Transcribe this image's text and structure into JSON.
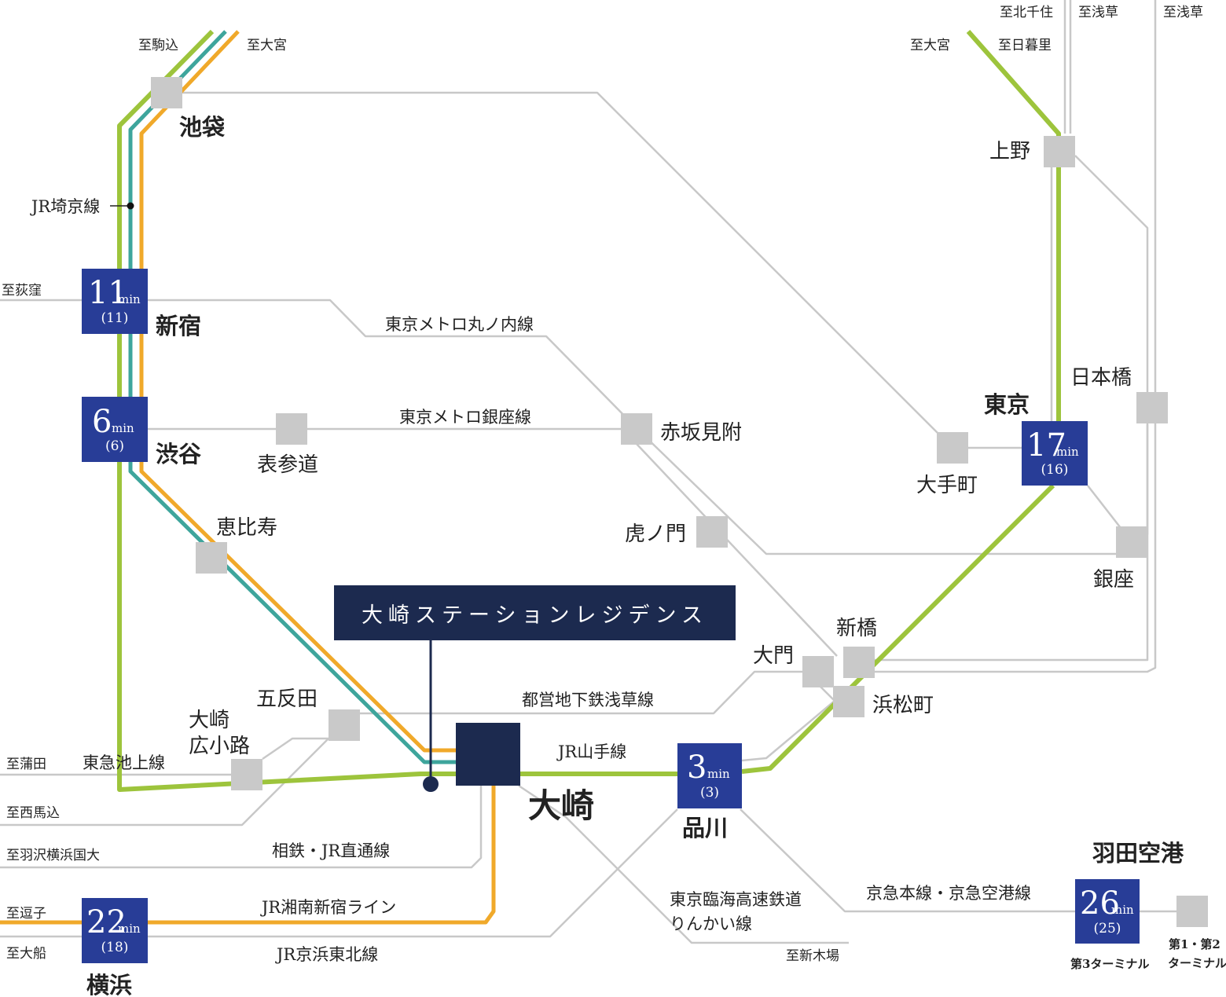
{
  "property": {
    "name": "大崎ステーションレジデンス"
  },
  "home_station": "大崎",
  "colors": {
    "yamanote": "#9dc43c",
    "saikyo": "#3ea59c",
    "shonan": "#f0a92a",
    "other": "#c8c8c8",
    "badge": "#283d97",
    "home": "#1c2a4f",
    "station": "#c9c9c9"
  },
  "stations": {
    "ikebukuro": "池袋",
    "shinjuku": "新宿",
    "shibuya": "渋谷",
    "omotesando": "表参道",
    "ebisu": "恵比寿",
    "gotanda": "五反田",
    "osaki_hirokoji_1": "大崎",
    "osaki_hirokoji_2": "広小路",
    "akasakamitsuke": "赤坂見附",
    "toranomon": "虎ノ門",
    "ueno": "上野",
    "nihonbashi": "日本橋",
    "tokyo": "東京",
    "otemachi": "大手町",
    "ginza": "銀座",
    "shinbashi": "新橋",
    "daimon": "大門",
    "hamamatsucho": "浜松町",
    "shinagawa": "品川",
    "yokohama": "横浜",
    "haneda": "羽田空港"
  },
  "times": {
    "shinjuku": {
      "min": "11",
      "paren": "(11)"
    },
    "shibuya": {
      "min": "6",
      "paren": "(6)"
    },
    "tokyo": {
      "min": "17",
      "paren": "(16)"
    },
    "shinagawa": {
      "min": "3",
      "paren": "(3)"
    },
    "yokohama": {
      "min": "22",
      "paren": "(18)"
    },
    "haneda": {
      "min": "26",
      "paren": "(25)"
    }
  },
  "min_unit": "min",
  "lines": {
    "saikyo": "JR埼京線",
    "marunouchi": "東京メトロ丸ノ内線",
    "ginza": "東京メトロ銀座線",
    "asakusa": "都営地下鉄浅草線",
    "yamanote": "JR山手線",
    "ikegami": "東急池上線",
    "sotetsu": "相鉄・JR直通線",
    "shonan": "JR湘南新宿ライン",
    "keihin": "JR京浜東北線",
    "rinkai_1": "東京臨海高速鉄道",
    "rinkai_2": "りんかい線",
    "keikyu": "京急本線・京急空港線"
  },
  "destinations": {
    "komagome": "至駒込",
    "omiya_w": "至大宮",
    "ogikubo": "至荻窪",
    "kitasenju": "至北千住",
    "asakusa_1": "至浅草",
    "asakusa_2": "至浅草",
    "omiya_e": "至大宮",
    "nippori": "至日暮里",
    "kamata": "至蒲田",
    "nishimagome": "至西馬込",
    "hazawa": "至羽沢横浜国大",
    "zushi": "至逗子",
    "ofuna": "至大船",
    "shinkiba": "至新木場"
  },
  "terminals": {
    "t3": "第3ターミナル",
    "t12_1": "第1・第2",
    "t12_2": "ターミナル"
  }
}
